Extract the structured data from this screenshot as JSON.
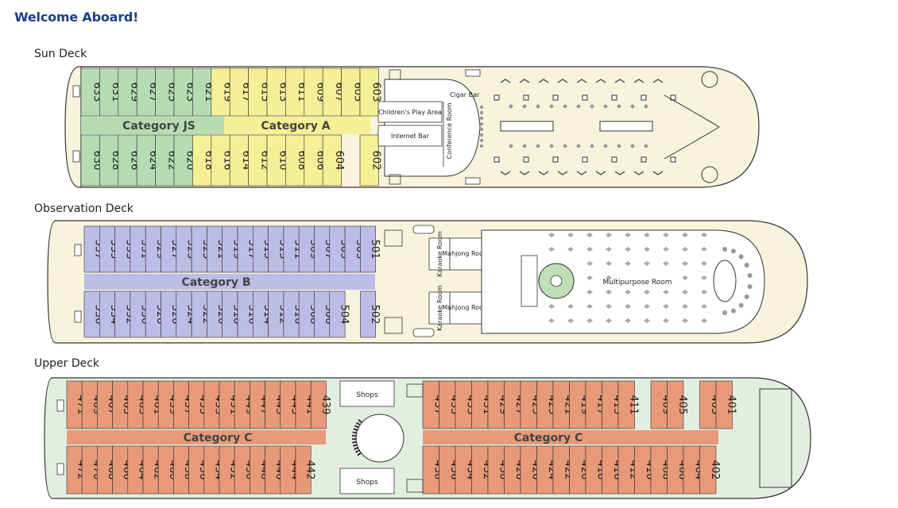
{
  "header": {
    "title": "Welcome Aboard!"
  },
  "decks": [
    {
      "name": "Sun Deck",
      "categories": [
        "Category JS",
        "Category A"
      ],
      "cabins_top": [
        "633",
        "631",
        "629",
        "627",
        "625",
        "623",
        "621",
        "619",
        "617",
        "615",
        "613",
        "611",
        "609",
        "607",
        "605",
        "603"
      ],
      "cabins_bottom": [
        "630",
        "628",
        "626",
        "624",
        "622",
        "620",
        "618",
        "616",
        "614",
        "612",
        "610",
        "608",
        "606",
        "604",
        "602"
      ],
      "venues": [
        "Cigar Bar",
        "Children's Play Area",
        "Conference Room",
        "Internet Bar"
      ]
    },
    {
      "name": "Observation Deck",
      "categories": [
        "Category B"
      ],
      "cabins_top": [
        "537",
        "535",
        "533",
        "531",
        "529",
        "527",
        "525",
        "523",
        "521",
        "519",
        "517",
        "515",
        "513",
        "511",
        "509",
        "507",
        "505",
        "503",
        "501"
      ],
      "cabins_bottom": [
        "536",
        "534",
        "532",
        "530",
        "528",
        "526",
        "524",
        "522",
        "520",
        "518",
        "516",
        "514",
        "512",
        "510",
        "508",
        "506",
        "504",
        "502"
      ],
      "venues": [
        "Karaoke Room",
        "Mahjong Room",
        "Karaoke Room",
        "Mahjong Room",
        "Multipurpose Room"
      ]
    },
    {
      "name": "Upper Deck",
      "categories": [
        "Category C",
        "Category C"
      ],
      "cabins_top_aft": [
        "471",
        "469",
        "467",
        "465",
        "463",
        "461",
        "459",
        "457",
        "455",
        "453",
        "451",
        "449",
        "447",
        "445",
        "443",
        "441",
        "439"
      ],
      "cabins_bottom_aft": [
        "472",
        "470",
        "468",
        "466",
        "464",
        "462",
        "460",
        "458",
        "456",
        "454",
        "452",
        "450",
        "448",
        "446",
        "444",
        "442"
      ],
      "cabins_top_fwd": [
        "437",
        "435",
        "433",
        "431",
        "429",
        "427",
        "425",
        "423",
        "421",
        "419",
        "417",
        "415",
        "411",
        "409",
        "405",
        "403",
        "401"
      ],
      "cabins_bottom_fwd": [
        "438",
        "436",
        "434",
        "432",
        "430",
        "428",
        "426",
        "424",
        "422",
        "420",
        "418",
        "416",
        "412",
        "410",
        "408",
        "406",
        "404",
        "402"
      ],
      "venues": [
        "Shops",
        "Shops"
      ]
    }
  ],
  "colors": {
    "title": "#1b3f8b",
    "hull": "#f7f3dd",
    "hull_upper": "#e2efe0",
    "cat_js": "#b5dcb3",
    "cat_a": "#f5f095",
    "cat_b": "#bcbde6",
    "cat_c": "#e89a78",
    "outline": "#333333"
  }
}
